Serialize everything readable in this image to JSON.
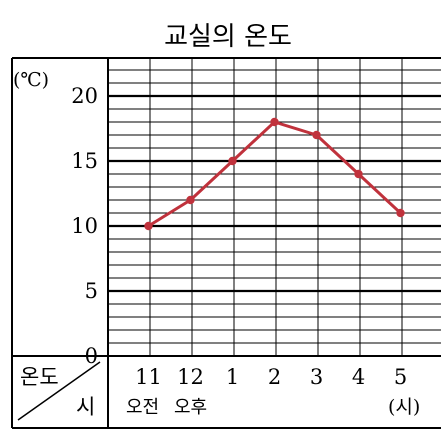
{
  "chart_data": {
    "type": "line",
    "title": "교실의 온도",
    "y_unit_label": "(℃)",
    "x_unit_label": "(시)",
    "corner_top_label": "온도",
    "corner_bottom_label": "시",
    "am_label": "오전",
    "pm_label": "오후",
    "categories": [
      "11",
      "12",
      "1",
      "2",
      "3",
      "4",
      "5"
    ],
    "values": [
      10,
      12,
      15,
      18,
      17,
      14,
      11
    ],
    "y_ticks": [
      "0",
      "5",
      "10",
      "15",
      "20"
    ],
    "ylim": [
      0,
      22
    ],
    "grid": true,
    "line_color": "#c0323c"
  }
}
